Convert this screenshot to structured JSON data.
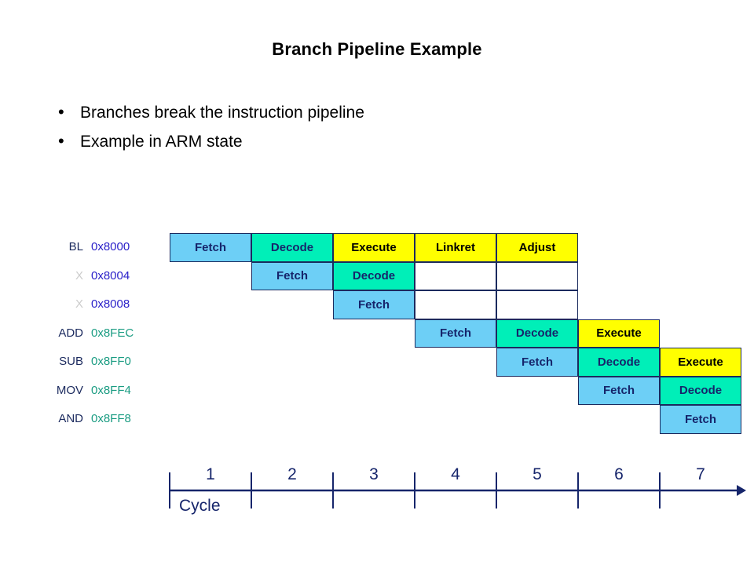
{
  "slide": {
    "title": "Branch Pipeline Example",
    "bullet_marker": "•",
    "bullets": [
      "Branches break the instruction pipeline",
      "Example in ARM state"
    ]
  },
  "colors": {
    "fetch": "#6dcff6",
    "decode": "#00efb8",
    "execute": "#ffff00",
    "empty": "#ffffff",
    "grid_line": "#1b2a5e",
    "cell_text_dark": "#16256b",
    "cell_text_black": "#000000",
    "addr_blue": "#2b21c9",
    "addr_teal": "#1a9c82",
    "mnemonic": "#1b2a5e",
    "mnemonic_dim": "#cccccc",
    "axis": "#16256b",
    "title": "#000000",
    "background": "#ffffff"
  },
  "pipeline": {
    "column_count": 7,
    "rows": [
      {
        "mnemonic": "BL",
        "mnemonic_dim": false,
        "address": "0x8000",
        "address_color": "blue",
        "cells": [
          {
            "label": "Fetch",
            "type": "fetch"
          },
          {
            "label": "Decode",
            "type": "decode"
          },
          {
            "label": "Execute",
            "type": "exec"
          },
          {
            "label": "Linkret",
            "type": "exec"
          },
          {
            "label": "Adjust",
            "type": "exec"
          },
          {
            "label": "",
            "type": "none"
          },
          {
            "label": "",
            "type": "none"
          }
        ]
      },
      {
        "mnemonic": "X",
        "mnemonic_dim": true,
        "address": "0x8004",
        "address_color": "blue",
        "cells": [
          {
            "label": "",
            "type": "none"
          },
          {
            "label": "Fetch",
            "type": "fetch"
          },
          {
            "label": "Decode",
            "type": "decode"
          },
          {
            "label": "",
            "type": "empty"
          },
          {
            "label": "",
            "type": "empty"
          },
          {
            "label": "",
            "type": "none"
          },
          {
            "label": "",
            "type": "none"
          }
        ]
      },
      {
        "mnemonic": "X",
        "mnemonic_dim": true,
        "address": "0x8008",
        "address_color": "blue",
        "cells": [
          {
            "label": "",
            "type": "none"
          },
          {
            "label": "",
            "type": "none"
          },
          {
            "label": "Fetch",
            "type": "fetch"
          },
          {
            "label": "",
            "type": "empty"
          },
          {
            "label": "",
            "type": "empty"
          },
          {
            "label": "",
            "type": "none"
          },
          {
            "label": "",
            "type": "none"
          }
        ]
      },
      {
        "mnemonic": "ADD",
        "mnemonic_dim": false,
        "address": "0x8FEC",
        "address_color": "teal",
        "cells": [
          {
            "label": "",
            "type": "none"
          },
          {
            "label": "",
            "type": "none"
          },
          {
            "label": "",
            "type": "none"
          },
          {
            "label": "Fetch",
            "type": "fetch"
          },
          {
            "label": "Decode",
            "type": "decode"
          },
          {
            "label": "Execute",
            "type": "exec"
          },
          {
            "label": "",
            "type": "none"
          }
        ]
      },
      {
        "mnemonic": "SUB",
        "mnemonic_dim": false,
        "address": "0x8FF0",
        "address_color": "teal",
        "cells": [
          {
            "label": "",
            "type": "none"
          },
          {
            "label": "",
            "type": "none"
          },
          {
            "label": "",
            "type": "none"
          },
          {
            "label": "",
            "type": "none"
          },
          {
            "label": "Fetch",
            "type": "fetch"
          },
          {
            "label": "Decode",
            "type": "decode"
          },
          {
            "label": "Execute",
            "type": "exec"
          }
        ]
      },
      {
        "mnemonic": "MOV",
        "mnemonic_dim": false,
        "address": "0x8FF4",
        "address_color": "teal",
        "cells": [
          {
            "label": "",
            "type": "none"
          },
          {
            "label": "",
            "type": "none"
          },
          {
            "label": "",
            "type": "none"
          },
          {
            "label": "",
            "type": "none"
          },
          {
            "label": "",
            "type": "none"
          },
          {
            "label": "Fetch",
            "type": "fetch"
          },
          {
            "label": "Decode",
            "type": "decode"
          }
        ]
      },
      {
        "mnemonic": "AND",
        "mnemonic_dim": false,
        "address": "0x8FF8",
        "address_color": "teal",
        "cells": [
          {
            "label": "",
            "type": "none"
          },
          {
            "label": "",
            "type": "none"
          },
          {
            "label": "",
            "type": "none"
          },
          {
            "label": "",
            "type": "none"
          },
          {
            "label": "",
            "type": "none"
          },
          {
            "label": "",
            "type": "none"
          },
          {
            "label": "Fetch",
            "type": "fetch"
          }
        ]
      }
    ]
  },
  "axis": {
    "caption": "Cycle",
    "ticks": [
      "1",
      "2",
      "3",
      "4",
      "5",
      "6",
      "7"
    ],
    "arrow": "right-arrow-icon"
  }
}
